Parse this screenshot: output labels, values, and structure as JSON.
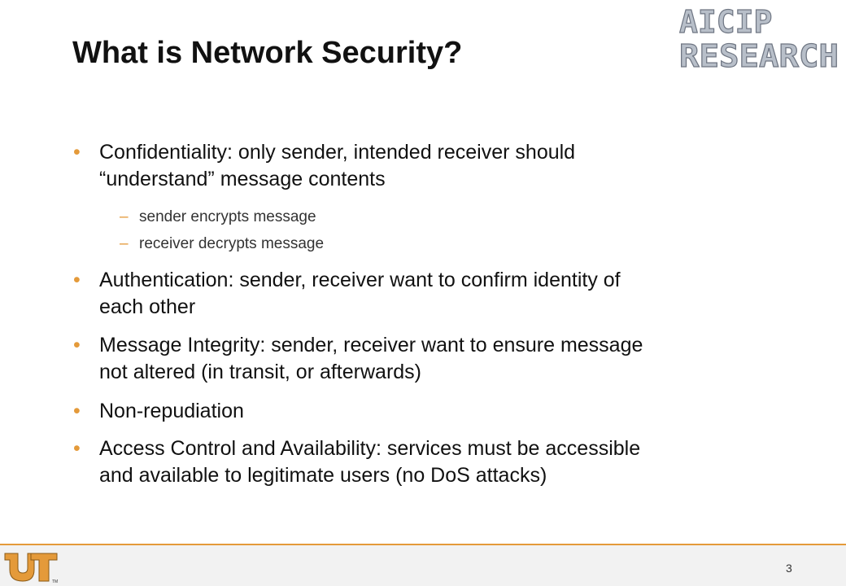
{
  "slide": {
    "title": "What is Network Security?",
    "page_number": "3"
  },
  "logo": {
    "line1": "AICIP",
    "line2": "RESEARCH",
    "tm": "TM"
  },
  "bullets": [
    {
      "line1": "Confidentiality: only sender, intended receiver should",
      "line2": "“understand” message contents",
      "subitems": [
        "sender encrypts message",
        "receiver decrypts message"
      ]
    },
    {
      "line1": "Authentication: sender, receiver want to confirm identity of",
      "line2": "each other"
    },
    {
      "line1": "Message Integrity: sender, receiver want to ensure message",
      "line2": "not altered (in transit, or afterwards)"
    },
    {
      "line1": "Non-repudiation"
    },
    {
      "line1": "Access Control and Availability: services must be accessible",
      "line2": "and available to legitimate users (no DoS attacks)"
    }
  ],
  "colors": {
    "accent": "#e49a3a",
    "title": "#111111",
    "logo_text": "#b8bfc9",
    "footer_bg": "#f2f2f2"
  }
}
